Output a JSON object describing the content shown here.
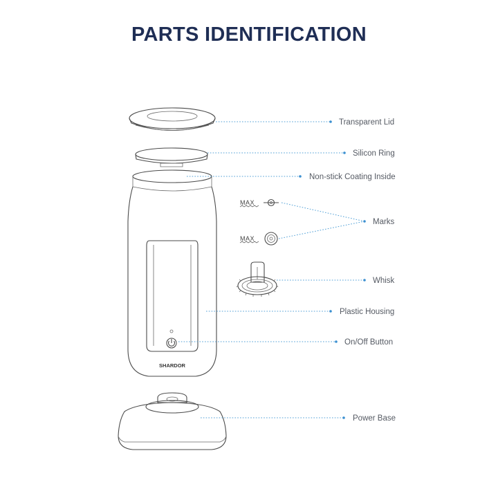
{
  "title": "PARTS IDENTIFICATION",
  "brand": "SHARDOR",
  "marks_text": "MAX",
  "colors": {
    "title": "#1f2e55",
    "leader": "#4f9fd6",
    "label": "#555a63"
  },
  "labels": {
    "transparent_lid": "Transparent Lid",
    "silicon_ring": "Silicon Ring",
    "nonstick": "Non-stick Coating Inside",
    "marks": "Marks",
    "whisk": "Whisk",
    "plastic_housing": "Plastic Housing",
    "onoff": "On/Off Button",
    "power_base": "Power Base"
  }
}
